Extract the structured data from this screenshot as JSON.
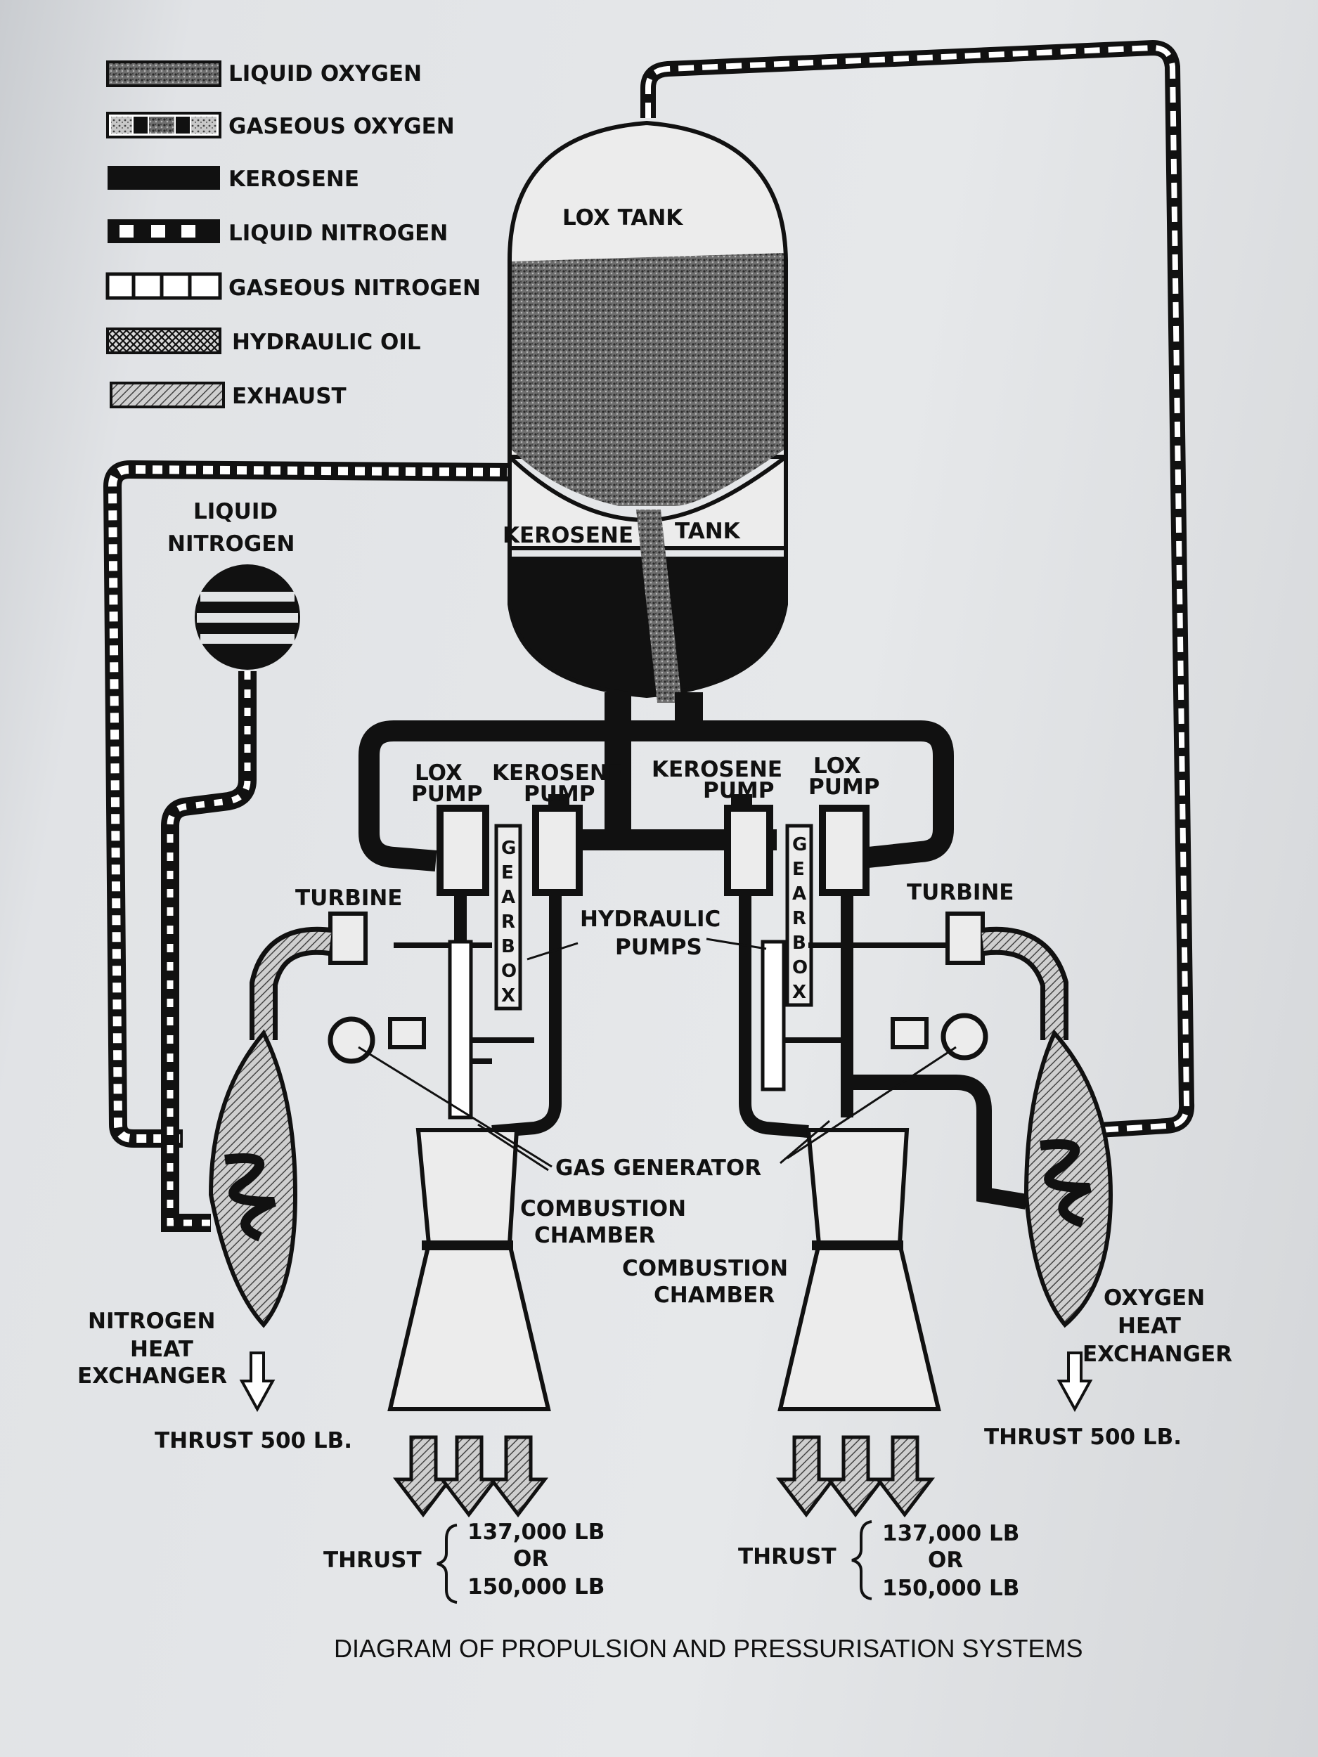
{
  "legend": [
    {
      "key": "lox",
      "label": "LIQUID OXYGEN"
    },
    {
      "key": "gox",
      "label": "GASEOUS OXYGEN"
    },
    {
      "key": "ker",
      "label": "KEROSENE"
    },
    {
      "key": "ln2",
      "label": "LIQUID NITROGEN"
    },
    {
      "key": "gn2",
      "label": "GASEOUS NITROGEN"
    },
    {
      "key": "hyd",
      "label": "HYDRAULIC OIL"
    },
    {
      "key": "exh",
      "label": "EXHAUST"
    }
  ],
  "labels": {
    "lox_tank": "LOX TANK",
    "kerosene_word": "KEROSENE",
    "tank_word": "TANK",
    "liquid": "LIQUID",
    "nitrogen": "NITROGEN",
    "lox": "LOX",
    "kerosene": "KEROSENE",
    "pump": "PUMP",
    "gearbox_letters": [
      "G",
      "E",
      "A",
      "R",
      "B",
      "O",
      "X"
    ],
    "turbine": "TURBINE",
    "hydraulic": "HYDRAULIC",
    "pumps": "PUMPS",
    "gas_generator": "GAS GENERATOR",
    "combustion": "COMBUSTION",
    "chamber": "CHAMBER",
    "nitrogen_hx": [
      "NITROGEN",
      "HEAT",
      "EXCHANGER"
    ],
    "oxygen_hx": [
      "OXYGEN",
      "HEAT",
      "EXCHANGER"
    ],
    "small_thrust": "THRUST 500 LB.",
    "thrust": "THRUST",
    "thrust_values": [
      "137,000 LB",
      "OR",
      "150,000 LB"
    ]
  },
  "caption": "DIAGRAM OF PROPULSION AND PRESSURISATION SYSTEMS"
}
